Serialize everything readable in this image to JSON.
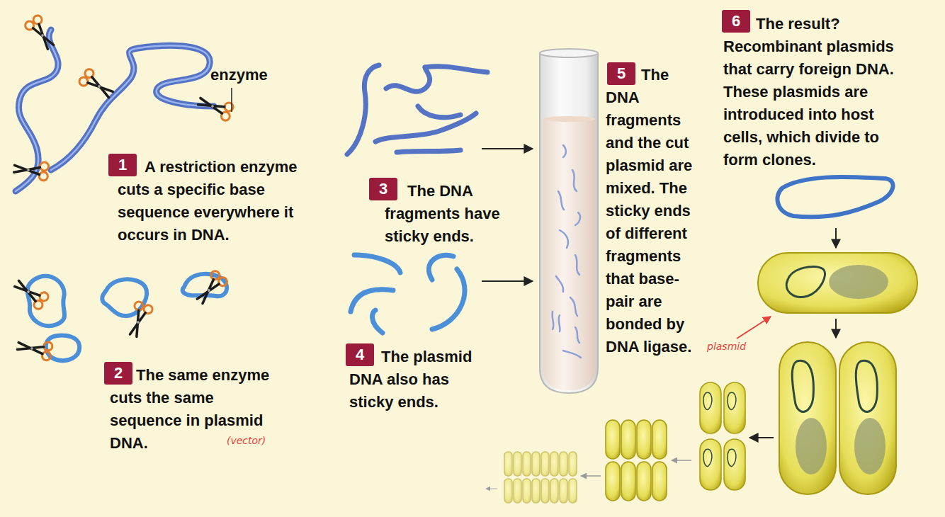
{
  "diagram": {
    "nodes": [
      {
        "text": [
          "1"
        ]
      },
      {
        "text": [
          "2"
        ]
      },
      {
        "text": [
          "3"
        ]
      },
      {
        "text": [
          "4"
        ]
      },
      {
        "text": [
          "5"
        ]
      },
      {
        "text": [
          "6"
        ]
      }
    ],
    "labels": [
      "enzyme",
      "A restriction enzyme cuts a specific base sequence everywhere it occurs in DNA.",
      "The same enzyme cuts the same sequence in plasmid DNA.",
      "(vector)",
      "The DNA fragments have sticky ends.",
      "The plasmid DNA also has sticky ends.",
      "The DNA fragments and the cut plasmid are mixed. The sticky ends of different fragments that base-pair are bonded by DNA ligase.",
      "The result? Recombinant plasmids that carry foreign DNA. These plasmids are introduced into host cells, which divide to form clones.",
      "plasmid"
    ]
  }
}
